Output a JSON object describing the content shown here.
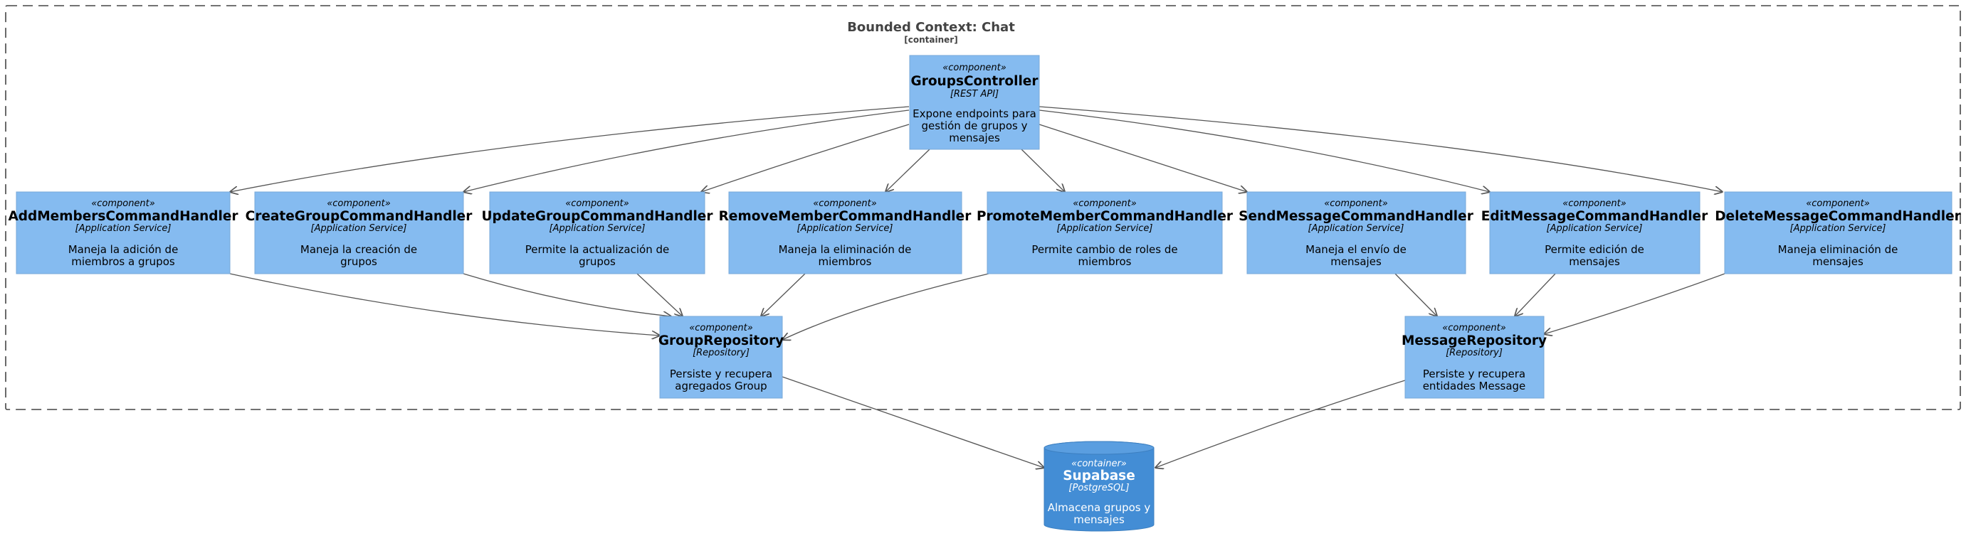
{
  "boundary": {
    "title": "Bounded Context: Chat",
    "type": "[container]"
  },
  "components": {
    "groups_controller": {
      "stereotype": "«component»",
      "name": "GroupsController",
      "tech": "[REST API]",
      "desc": [
        "Expone endpoints para",
        "gestión de grupos y",
        "mensajes"
      ]
    },
    "add_members": {
      "stereotype": "«component»",
      "name": "AddMembersCommandHandler",
      "tech": "[Application Service]",
      "desc": [
        "Maneja la adición de",
        "miembros a grupos"
      ]
    },
    "create_group": {
      "stereotype": "«component»",
      "name": "CreateGroupCommandHandler",
      "tech": "[Application Service]",
      "desc": [
        "Maneja la creación de",
        "grupos"
      ]
    },
    "update_group": {
      "stereotype": "«component»",
      "name": "UpdateGroupCommandHandler",
      "tech": "[Application Service]",
      "desc": [
        "Permite la actualización de",
        "grupos"
      ]
    },
    "remove_member": {
      "stereotype": "«component»",
      "name": "RemoveMemberCommandHandler",
      "tech": "[Application Service]",
      "desc": [
        "Maneja la eliminación de",
        "miembros"
      ]
    },
    "promote_member": {
      "stereotype": "«component»",
      "name": "PromoteMemberCommandHandler",
      "tech": "[Application Service]",
      "desc": [
        "Permite cambio de roles de",
        "miembros"
      ]
    },
    "send_message": {
      "stereotype": "«component»",
      "name": "SendMessageCommandHandler",
      "tech": "[Application Service]",
      "desc": [
        "Maneja el envío de",
        "mensajes"
      ]
    },
    "edit_message": {
      "stereotype": "«component»",
      "name": "EditMessageCommandHandler",
      "tech": "[Application Service]",
      "desc": [
        "Permite edición de",
        "mensajes"
      ]
    },
    "delete_message": {
      "stereotype": "«component»",
      "name": "DeleteMessageCommandHandler",
      "tech": "[Application Service]",
      "desc": [
        "Maneja eliminación de",
        "mensajes"
      ]
    },
    "group_repository": {
      "stereotype": "«component»",
      "name": "GroupRepository",
      "tech": "[Repository]",
      "desc": [
        "Persiste y recupera",
        "agregados Group"
      ]
    },
    "message_repository": {
      "stereotype": "«component»",
      "name": "MessageRepository",
      "tech": "[Repository]",
      "desc": [
        "Persiste y recupera",
        "entidades Message"
      ]
    }
  },
  "database": {
    "stereotype": "«container»",
    "name": "Supabase",
    "tech": "[PostgreSQL]",
    "desc": [
      "Almacena grupos y",
      "mensajes"
    ]
  },
  "colors": {
    "component_fill": "#85bbf0",
    "container_fill": "#438dd5",
    "edge": "#555555",
    "boundary": "#444444"
  }
}
